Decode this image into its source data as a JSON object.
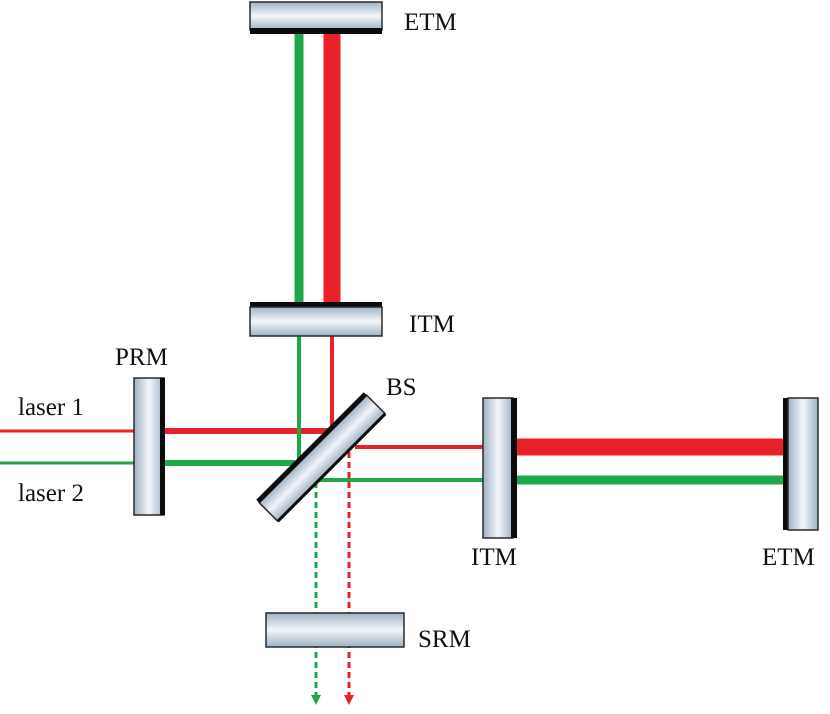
{
  "labels": {
    "etm_top": "ETM",
    "itm_top": "ITM",
    "prm": "PRM",
    "bs": "BS",
    "laser1": "laser 1",
    "laser2": "laser 2",
    "itm_right": "ITM",
    "etm_right": "ETM",
    "srm": "SRM"
  },
  "colors": {
    "laser_red": "#e8202a",
    "laser_green": "#1fa84a",
    "mirror_coating": "#0b0b0b",
    "mirror_glass_light": "#f2f6fa",
    "mirror_glass_dark": "#9fb2c4",
    "mirror_outline": "#2a2a2a"
  },
  "components": [
    {
      "id": "etm-top",
      "type": "mirror",
      "label_key": "etm_top"
    },
    {
      "id": "itm-top",
      "type": "mirror",
      "label_key": "itm_top"
    },
    {
      "id": "prm",
      "type": "mirror",
      "label_key": "prm"
    },
    {
      "id": "beam-splitter",
      "type": "beam splitter",
      "label_key": "bs"
    },
    {
      "id": "itm-right",
      "type": "mirror",
      "label_key": "itm_right"
    },
    {
      "id": "etm-right",
      "type": "mirror",
      "label_key": "etm_right"
    },
    {
      "id": "srm",
      "type": "mirror",
      "label_key": "srm"
    }
  ]
}
